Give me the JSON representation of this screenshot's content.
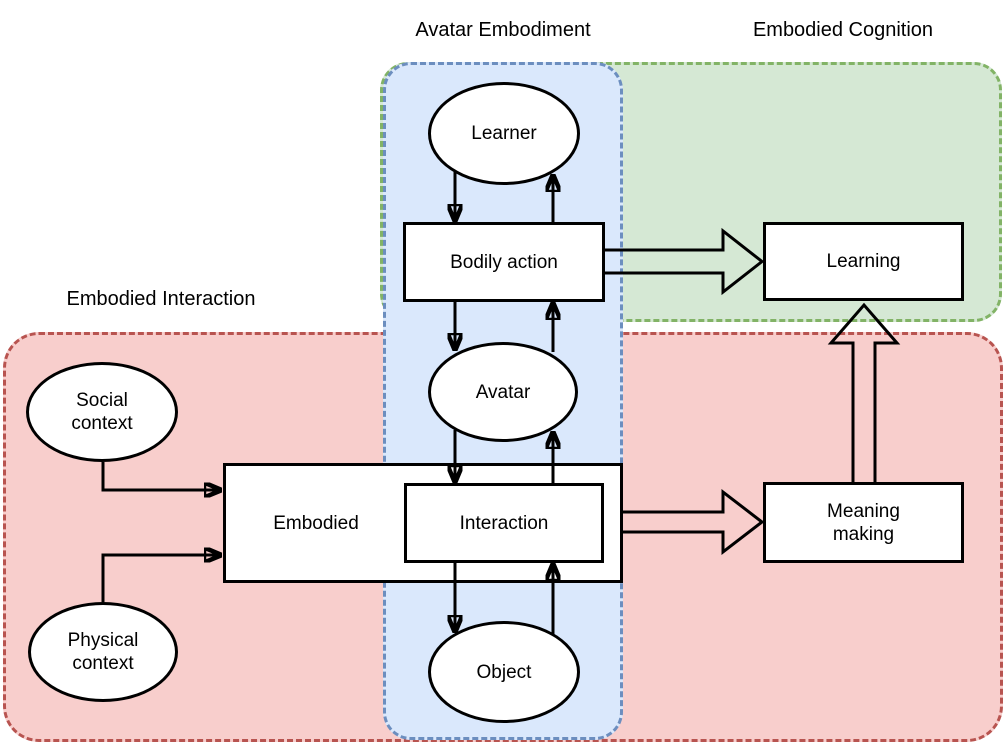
{
  "regions": {
    "avatar_embodiment": {
      "label": "Avatar Embodiment",
      "fill": "#dae8fc",
      "border": "#6c8ebf"
    },
    "embodied_cognition": {
      "label": "Embodied Cognition",
      "fill": "#d5e8d4",
      "border": "#82b366"
    },
    "embodied_interaction": {
      "label": "Embodied Interaction",
      "fill": "#f8cecc",
      "border": "#b85450"
    }
  },
  "nodes": {
    "learner": {
      "label": "Learner",
      "shape": "ellipse",
      "region": "avatar_embodiment"
    },
    "bodily_action": {
      "label": "Bodily action",
      "shape": "rect",
      "region": "avatar_embodiment"
    },
    "avatar": {
      "label": "Avatar",
      "shape": "ellipse",
      "region": "avatar_embodiment"
    },
    "embodied": {
      "label": "Embodied",
      "shape": "rect",
      "region": "embodied_interaction"
    },
    "interaction": {
      "label": "Interaction",
      "shape": "rect",
      "region": "avatar_embodiment"
    },
    "object": {
      "label": "Object",
      "shape": "ellipse",
      "region": "avatar_embodiment"
    },
    "learning": {
      "label": "Learning",
      "shape": "rect",
      "region": "embodied_cognition"
    },
    "meaning_making": {
      "label": "Meaning\nmaking",
      "shape": "rect",
      "region": "embodied_interaction"
    },
    "social_context": {
      "label": "Social\ncontext",
      "shape": "ellipse",
      "region": "embodied_interaction"
    },
    "physical_context": {
      "label": "Physical\ncontext",
      "shape": "ellipse",
      "region": "embodied_interaction"
    }
  },
  "edges": [
    {
      "from": "learner",
      "to": "bodily_action",
      "style": "filled-arrow"
    },
    {
      "from": "bodily_action",
      "to": "learner",
      "style": "filled-arrow"
    },
    {
      "from": "bodily_action",
      "to": "avatar",
      "style": "filled-arrow"
    },
    {
      "from": "avatar",
      "to": "bodily_action",
      "style": "filled-arrow"
    },
    {
      "from": "avatar",
      "to": "interaction",
      "style": "filled-arrow"
    },
    {
      "from": "interaction",
      "to": "avatar",
      "style": "filled-arrow"
    },
    {
      "from": "interaction",
      "to": "object",
      "style": "filled-arrow"
    },
    {
      "from": "object",
      "to": "interaction",
      "style": "filled-arrow"
    },
    {
      "from": "social_context",
      "to": "embodied",
      "style": "filled-arrow"
    },
    {
      "from": "physical_context",
      "to": "embodied",
      "style": "filled-arrow"
    },
    {
      "from": "bodily_action",
      "to": "learning",
      "style": "open-block-arrow"
    },
    {
      "from": "embodied",
      "to": "meaning_making",
      "style": "open-block-arrow"
    },
    {
      "from": "meaning_making",
      "to": "learning",
      "style": "open-block-arrow"
    }
  ]
}
